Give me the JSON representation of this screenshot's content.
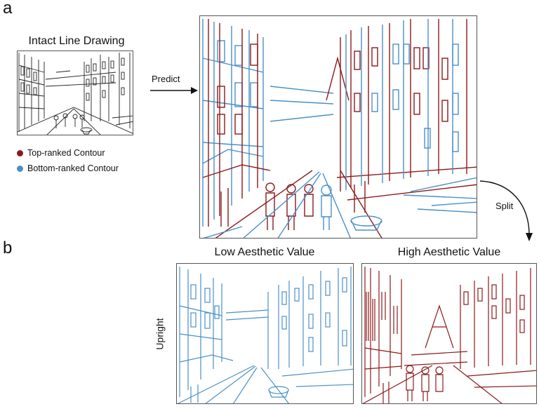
{
  "panels": {
    "a": "a",
    "b": "b"
  },
  "intact": {
    "title": "Intact Line Drawing"
  },
  "legend": {
    "top": {
      "label": "Top-ranked Contour",
      "color": "#8b1a1a"
    },
    "bottom": {
      "label": "Bottom-ranked Contour",
      "color": "#4a90c8"
    }
  },
  "arrows": {
    "predict": "Predict",
    "split": "Split"
  },
  "split_panels": {
    "low_title": "Low Aesthetic Value",
    "high_title": "High Aesthetic Value",
    "row_label": "Upright"
  },
  "colors": {
    "red": "#8b1a1a",
    "blue": "#4a90c8",
    "black": "#222222"
  }
}
